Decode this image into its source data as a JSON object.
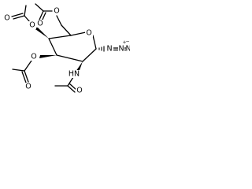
{
  "structure": {
    "atoms": {
      "ring_oxygen": "O",
      "acetoxymethyl_ester_oxygen": "O",
      "acetoxymethyl_carbonyl_oxygen": "O",
      "c4_ester_oxygen": "O",
      "c4_carbonyl_oxygen": "O",
      "c3_ester_oxygen": "O",
      "c3_carbonyl_oxygen": "O",
      "acetamido_nitrogen": "HN",
      "acetamido_carbonyl_oxygen": "O",
      "azide_n1": "N",
      "azide_n2": "N",
      "azide_n3": "N"
    },
    "charges": {
      "azide_n2_charge": "+",
      "azide_n3_charge": "−"
    }
  }
}
